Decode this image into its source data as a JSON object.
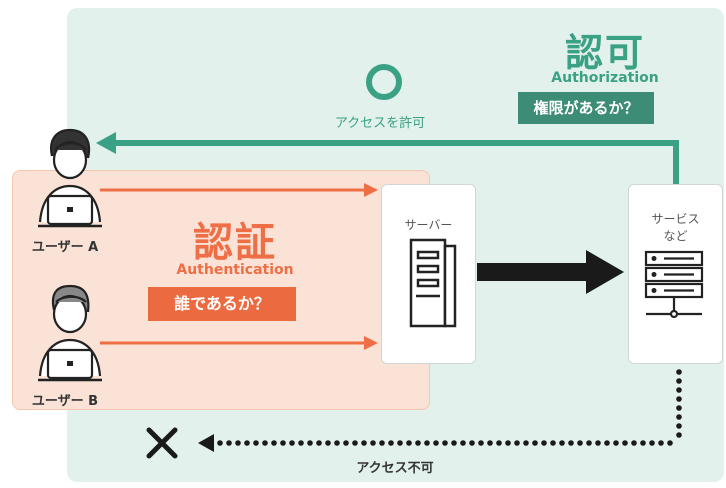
{
  "authorization": {
    "title": "認可",
    "subtitle": "Authorization",
    "question": "権限があるか？",
    "allow_label": "アクセスを許可",
    "deny_label": "アクセス不可",
    "color": "#3aa184"
  },
  "authentication": {
    "title": "認証",
    "subtitle": "Authentication",
    "question": "誰であるか？",
    "color": "#ee6e45"
  },
  "users": [
    {
      "label": "ユーザー A"
    },
    {
      "label": "ユーザー B"
    }
  ],
  "server": {
    "label": "サーバー"
  },
  "service": {
    "label_line1": "サービス",
    "label_line2": "など"
  },
  "icons": [
    "person-icon",
    "laptop-icon",
    "server-rack-icon",
    "storage-rack-icon",
    "circle-ok-icon",
    "cross-deny-icon"
  ]
}
